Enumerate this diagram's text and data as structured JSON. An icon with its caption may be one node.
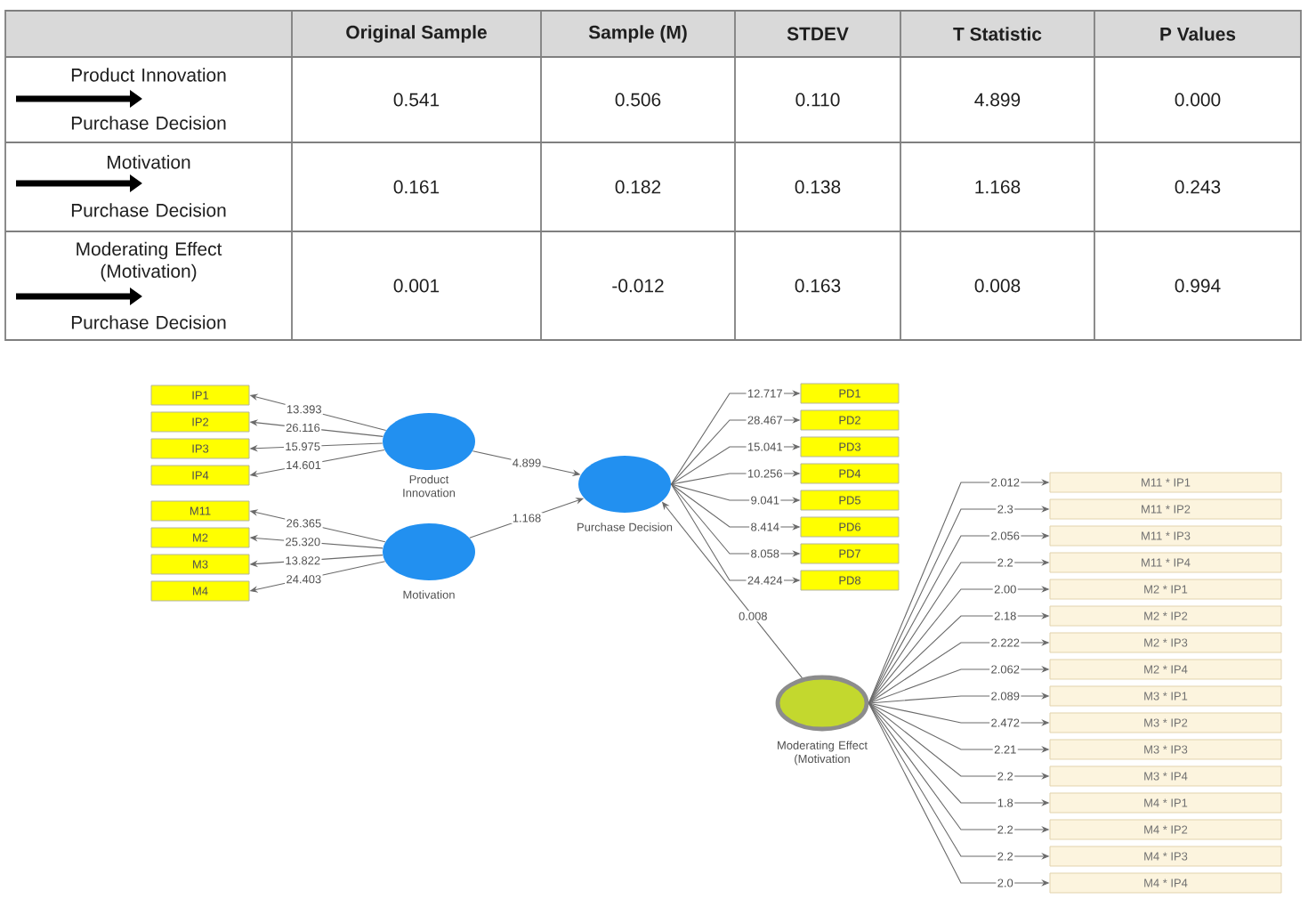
{
  "diagram": {
    "nodes": [
      {
        "text": [
          "Product Innovation"
        ]
      },
      {
        "text": [
          "Motivation"
        ]
      },
      {
        "text": [
          "Purchase Decision"
        ]
      },
      {
        "text": [
          "Moderating Effect (Motivation"
        ]
      },
      {
        "text": [
          "IP1"
        ]
      },
      {
        "text": [
          "IP2"
        ]
      },
      {
        "text": [
          "IP3"
        ]
      },
      {
        "text": [
          "IP4"
        ]
      },
      {
        "text": [
          "M11"
        ]
      },
      {
        "text": [
          "M2"
        ]
      },
      {
        "text": [
          "M3"
        ]
      },
      {
        "text": [
          "M4"
        ]
      },
      {
        "text": [
          "PD1"
        ]
      },
      {
        "text": [
          "PD2"
        ]
      },
      {
        "text": [
          "PD3"
        ]
      },
      {
        "text": [
          "PD4"
        ]
      },
      {
        "text": [
          "PD5"
        ]
      },
      {
        "text": [
          "PD6"
        ]
      },
      {
        "text": [
          "PD7"
        ]
      },
      {
        "text": [
          "PD8"
        ]
      },
      {
        "text": [
          "M11 * IP1"
        ]
      },
      {
        "text": [
          "M11 * IP2"
        ]
      },
      {
        "text": [
          "M11 * IP3"
        ]
      },
      {
        "text": [
          "M11 * IP4"
        ]
      },
      {
        "text": [
          "M2 * IP1"
        ]
      },
      {
        "text": [
          "M2 * IP2"
        ]
      },
      {
        "text": [
          "M2 * IP3"
        ]
      },
      {
        "text": [
          "M2 * IP4"
        ]
      },
      {
        "text": [
          "M3 * IP1"
        ]
      },
      {
        "text": [
          "M3 * IP2"
        ]
      },
      {
        "text": [
          "M3 * IP3"
        ]
      },
      {
        "text": [
          "M3 * IP4"
        ]
      },
      {
        "text": [
          "M4 * IP1"
        ]
      },
      {
        "text": [
          "M4 * IP2"
        ]
      },
      {
        "text": [
          "M4 * IP3"
        ]
      },
      {
        "text": [
          "M4 * IP4"
        ]
      }
    ],
    "edges": [
      {
        "from": 0,
        "to": 4,
        "arrow": "to",
        "label": "13.393"
      },
      {
        "from": 0,
        "to": 5,
        "arrow": "to",
        "label": "26.116"
      },
      {
        "from": 0,
        "to": 6,
        "arrow": "to",
        "label": "15.975"
      },
      {
        "from": 0,
        "to": 7,
        "arrow": "to",
        "label": "14.601"
      },
      {
        "from": 1,
        "to": 8,
        "arrow": "to",
        "label": "26.365"
      },
      {
        "from": 1,
        "to": 9,
        "arrow": "to",
        "label": "25.320"
      },
      {
        "from": 1,
        "to": 10,
        "arrow": "to",
        "label": "13.822"
      },
      {
        "from": 1,
        "to": 11,
        "arrow": "to",
        "label": "24.403"
      },
      {
        "from": 0,
        "to": 2,
        "arrow": "to",
        "label": "4.899"
      },
      {
        "from": 1,
        "to": 2,
        "arrow": "to",
        "label": "1.168"
      },
      {
        "from": 2,
        "to": 12,
        "arrow": "to",
        "label": "12.717"
      },
      {
        "from": 2,
        "to": 13,
        "arrow": "to",
        "label": "28.467"
      },
      {
        "from": 2,
        "to": 14,
        "arrow": "to",
        "label": "15.041"
      },
      {
        "from": 2,
        "to": 15,
        "arrow": "to",
        "label": "10.256"
      },
      {
        "from": 2,
        "to": 16,
        "arrow": "to",
        "label": "9.041"
      },
      {
        "from": 2,
        "to": 17,
        "arrow": "to",
        "label": "8.414"
      },
      {
        "from": 2,
        "to": 18,
        "arrow": "to",
        "label": "8.058"
      },
      {
        "from": 2,
        "to": 19,
        "arrow": "to",
        "label": "24.424"
      },
      {
        "from": 3,
        "to": 2,
        "arrow": "to",
        "label": "0.008"
      },
      {
        "from": 3,
        "to": 20,
        "arrow": "to",
        "label": "2.012"
      },
      {
        "from": 3,
        "to": 21,
        "arrow": "to",
        "label": "2.3"
      },
      {
        "from": 3,
        "to": 22,
        "arrow": "to",
        "label": "2.056"
      },
      {
        "from": 3,
        "to": 23,
        "arrow": "to",
        "label": "2.2"
      },
      {
        "from": 3,
        "to": 24,
        "arrow": "to",
        "label": "2.00"
      },
      {
        "from": 3,
        "to": 25,
        "arrow": "to",
        "label": "2.18"
      },
      {
        "from": 3,
        "to": 26,
        "arrow": "to",
        "label": "2.222"
      },
      {
        "from": 3,
        "to": 27,
        "arrow": "to",
        "label": "2.062"
      },
      {
        "from": 3,
        "to": 28,
        "arrow": "to",
        "label": "2.089"
      },
      {
        "from": 3,
        "to": 29,
        "arrow": "to",
        "label": "2.472"
      },
      {
        "from": 3,
        "to": 30,
        "arrow": "to",
        "label": "2.21"
      },
      {
        "from": 3,
        "to": 31,
        "arrow": "to",
        "label": "2.2"
      },
      {
        "from": 3,
        "to": 32,
        "arrow": "to",
        "label": "1.8"
      },
      {
        "from": 3,
        "to": 33,
        "arrow": "to",
        "label": "2.2"
      },
      {
        "from": 3,
        "to": 34,
        "arrow": "to",
        "label": "2.2"
      },
      {
        "from": 3,
        "to": 35,
        "arrow": "to",
        "label": "2.0"
      }
    ],
    "labels": [
      "Original Sample",
      "Sample (M)",
      "STDEV",
      "T Statistic",
      "P Values",
      "Product Innovation",
      "Purchase Decision",
      "0.541",
      "0.506",
      "0.110",
      "4.899",
      "0.000",
      "Motivation",
      "Purchase Decision",
      "0.161",
      "0.182",
      "0.138",
      "1.168",
      "0.243",
      "Moderating Effect (Motivation)",
      "Purchase Decision",
      "0.001",
      "-0.012",
      "0.163",
      "0.008",
      "0.994"
    ]
  }
}
